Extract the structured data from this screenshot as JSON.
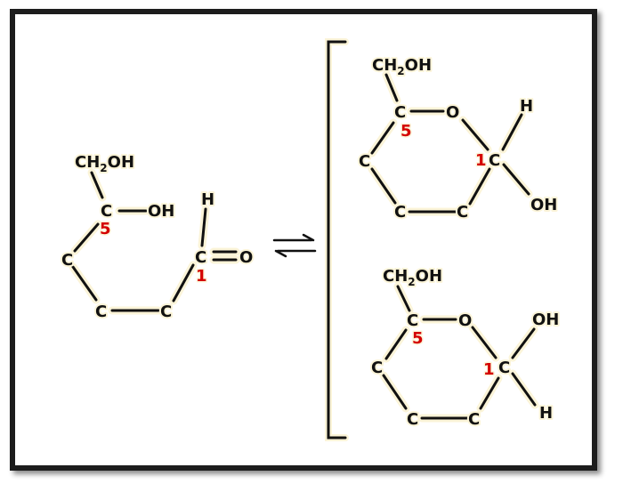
{
  "atoms": {
    "carbon": "C",
    "oxygen": "O",
    "hydrogen": "H",
    "hydroxyl": "OH",
    "hydroxymethyl_prefix": "CH",
    "hydroxymethyl_sub": "2",
    "hydroxymethyl_suffix": "OH"
  },
  "numbers": {
    "c1": "1",
    "c5": "5"
  },
  "arrow": "equilibrium",
  "colors": {
    "frame": "#1a1a1a",
    "bond": "#111111",
    "glow": "#fbf4d8",
    "carbon_number": "#d40000"
  }
}
